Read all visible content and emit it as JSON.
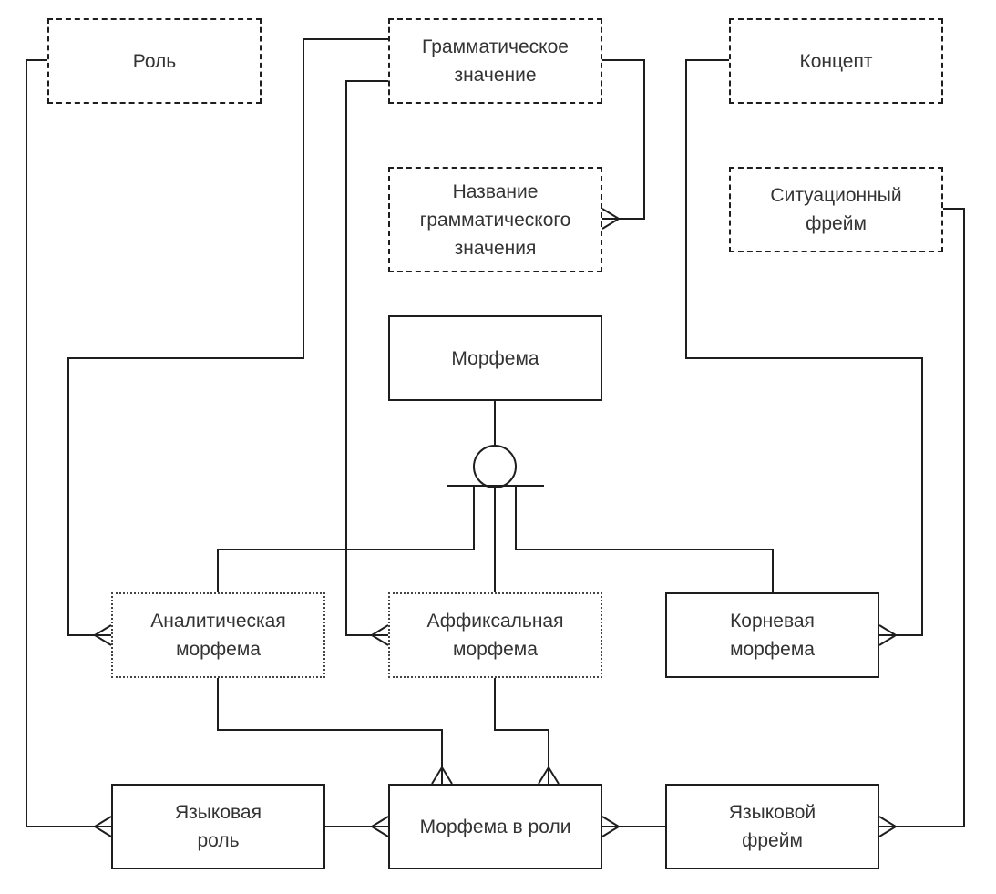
{
  "diagram": {
    "type": "er-diagram",
    "entities": {
      "role": {
        "label": "Роль",
        "style": "dashed"
      },
      "grammatical_meaning": {
        "label": "Грамматическое\nзначение",
        "style": "dashed"
      },
      "concept": {
        "label": "Концепт",
        "style": "dashed"
      },
      "grammatical_meaning_name": {
        "label": "Название\nграмматического\nзначения",
        "style": "dashed"
      },
      "situational_frame": {
        "label": "Ситуационный\nфрейм",
        "style": "dashed"
      },
      "morpheme": {
        "label": "Морфема",
        "style": "solid"
      },
      "analytical_morpheme": {
        "label": "Аналитическая\nморфема",
        "style": "dotted"
      },
      "affixal_morpheme": {
        "label": "Аффиксальная\nморфема",
        "style": "dotted"
      },
      "root_morpheme": {
        "label": "Корневая\nморфема",
        "style": "solid"
      },
      "language_role": {
        "label": "Языковая\nроль",
        "style": "solid"
      },
      "morpheme_in_role": {
        "label": "Морфема в роли",
        "style": "solid"
      },
      "language_frame": {
        "label": "Языковой\nфрейм",
        "style": "solid"
      }
    },
    "relationships": [
      {
        "from": "role",
        "to": "language_role",
        "to_cardinality": "many"
      },
      {
        "from": "grammatical_meaning",
        "to": "analytical_morpheme",
        "to_cardinality": "many"
      },
      {
        "from": "grammatical_meaning",
        "to": "affixal_morpheme",
        "to_cardinality": "many"
      },
      {
        "from": "grammatical_meaning",
        "to": "grammatical_meaning_name",
        "to_cardinality": "many"
      },
      {
        "from": "concept",
        "to": "root_morpheme",
        "to_cardinality": "many"
      },
      {
        "from": "situational_frame",
        "to": "language_frame",
        "to_cardinality": "many"
      },
      {
        "from": "analytical_morpheme",
        "to": "morpheme_in_role",
        "to_cardinality": "many"
      },
      {
        "from": "affixal_morpheme",
        "to": "morpheme_in_role",
        "to_cardinality": "many"
      },
      {
        "from": "language_role",
        "to": "morpheme_in_role",
        "to_cardinality": "many"
      },
      {
        "from": "language_frame",
        "to": "morpheme_in_role",
        "to_cardinality": "many"
      }
    ],
    "generalization": {
      "parent": "morpheme",
      "children": [
        "analytical_morpheme",
        "affixal_morpheme",
        "root_morpheme"
      ],
      "symbol": "circle-subtype"
    }
  }
}
